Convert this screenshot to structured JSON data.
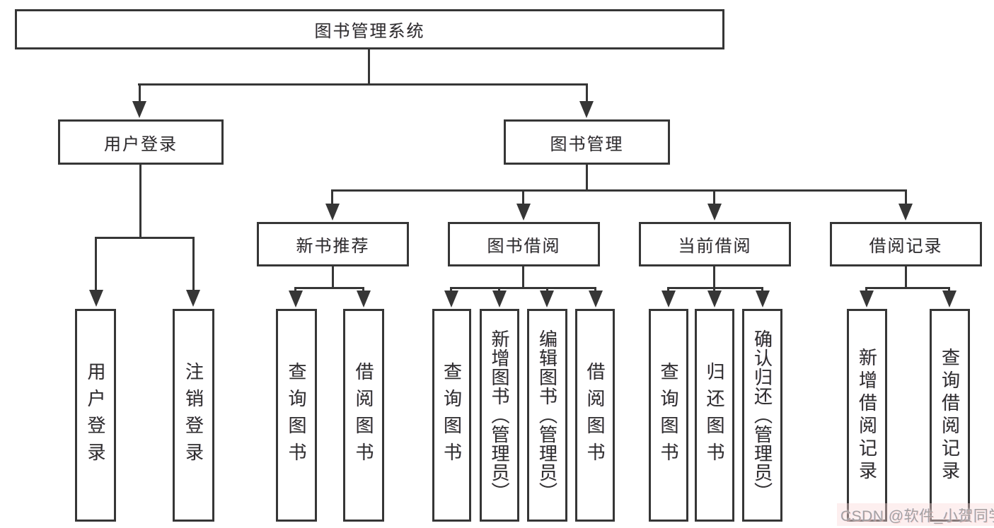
{
  "diagram": {
    "type": "tree",
    "title": "图书管理系统",
    "colors": {
      "background": "#ffffff",
      "line": "#363636",
      "box_border": "#363636",
      "text": "#2e2e2e",
      "watermark": "#a4a0a1"
    },
    "nodes": {
      "root": {
        "label": "图书管理系统"
      },
      "user_login": {
        "label": "用户登录"
      },
      "book_mgmt": {
        "label": "图书管理"
      },
      "ul_login": {
        "label": "用户登录"
      },
      "ul_logout": {
        "label": "注销登录"
      },
      "new_book": {
        "label": "新书推荐"
      },
      "book_borrow": {
        "label": "图书借阅"
      },
      "current_borrow": {
        "label": "当前借阅"
      },
      "borrow_records": {
        "label": "借阅记录"
      },
      "nb_query": {
        "label": "查询图书"
      },
      "nb_borrow": {
        "label": "借阅图书"
      },
      "bb_query": {
        "label": "查询图书"
      },
      "bb_add": {
        "label": "新增图书（管理员）"
      },
      "bb_edit": {
        "label": "编辑图书（管理员）"
      },
      "bb_borrow": {
        "label": "借阅图书"
      },
      "cb_query": {
        "label": "查询图书"
      },
      "cb_return": {
        "label": "归还图书"
      },
      "cb_confirm": {
        "label": "确认归还（管理员）"
      },
      "br_add": {
        "label": "新增借阅记录"
      },
      "br_query": {
        "label": "查询借阅记录"
      }
    },
    "edges": [
      [
        "root",
        "user_login"
      ],
      [
        "root",
        "book_mgmt"
      ],
      [
        "user_login",
        "ul_login"
      ],
      [
        "user_login",
        "ul_logout"
      ],
      [
        "book_mgmt",
        "new_book"
      ],
      [
        "book_mgmt",
        "book_borrow"
      ],
      [
        "book_mgmt",
        "current_borrow"
      ],
      [
        "book_mgmt",
        "borrow_records"
      ],
      [
        "new_book",
        "nb_query"
      ],
      [
        "new_book",
        "nb_borrow"
      ],
      [
        "book_borrow",
        "bb_query"
      ],
      [
        "book_borrow",
        "bb_add"
      ],
      [
        "book_borrow",
        "bb_edit"
      ],
      [
        "book_borrow",
        "bb_borrow"
      ],
      [
        "current_borrow",
        "cb_query"
      ],
      [
        "current_borrow",
        "cb_return"
      ],
      [
        "current_borrow",
        "cb_confirm"
      ],
      [
        "borrow_records",
        "br_add"
      ],
      [
        "borrow_records",
        "br_query"
      ]
    ],
    "watermark": "CSDN @软件_小贺同学"
  }
}
